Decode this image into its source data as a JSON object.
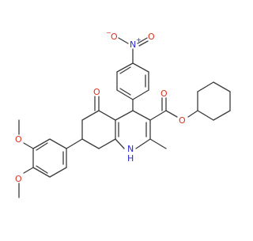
{
  "colors": {
    "bond": "#3b3b3b",
    "oxygen": "#e0301e",
    "nitrogen": "#2a2ad0",
    "background": "#ffffff"
  },
  "labels": {
    "nitro_o_minus": "O",
    "nitro_minus_sign": "−",
    "nitro_n": "N",
    "nitro_plus_sign": "+",
    "nitro_o": "O",
    "ketone_o": "O",
    "ester_o_carbonyl": "O",
    "ester_o": "O",
    "methoxy_o_upper": "O",
    "methoxy_o_lower": "O",
    "amine_n": "N",
    "amine_h": "H"
  }
}
